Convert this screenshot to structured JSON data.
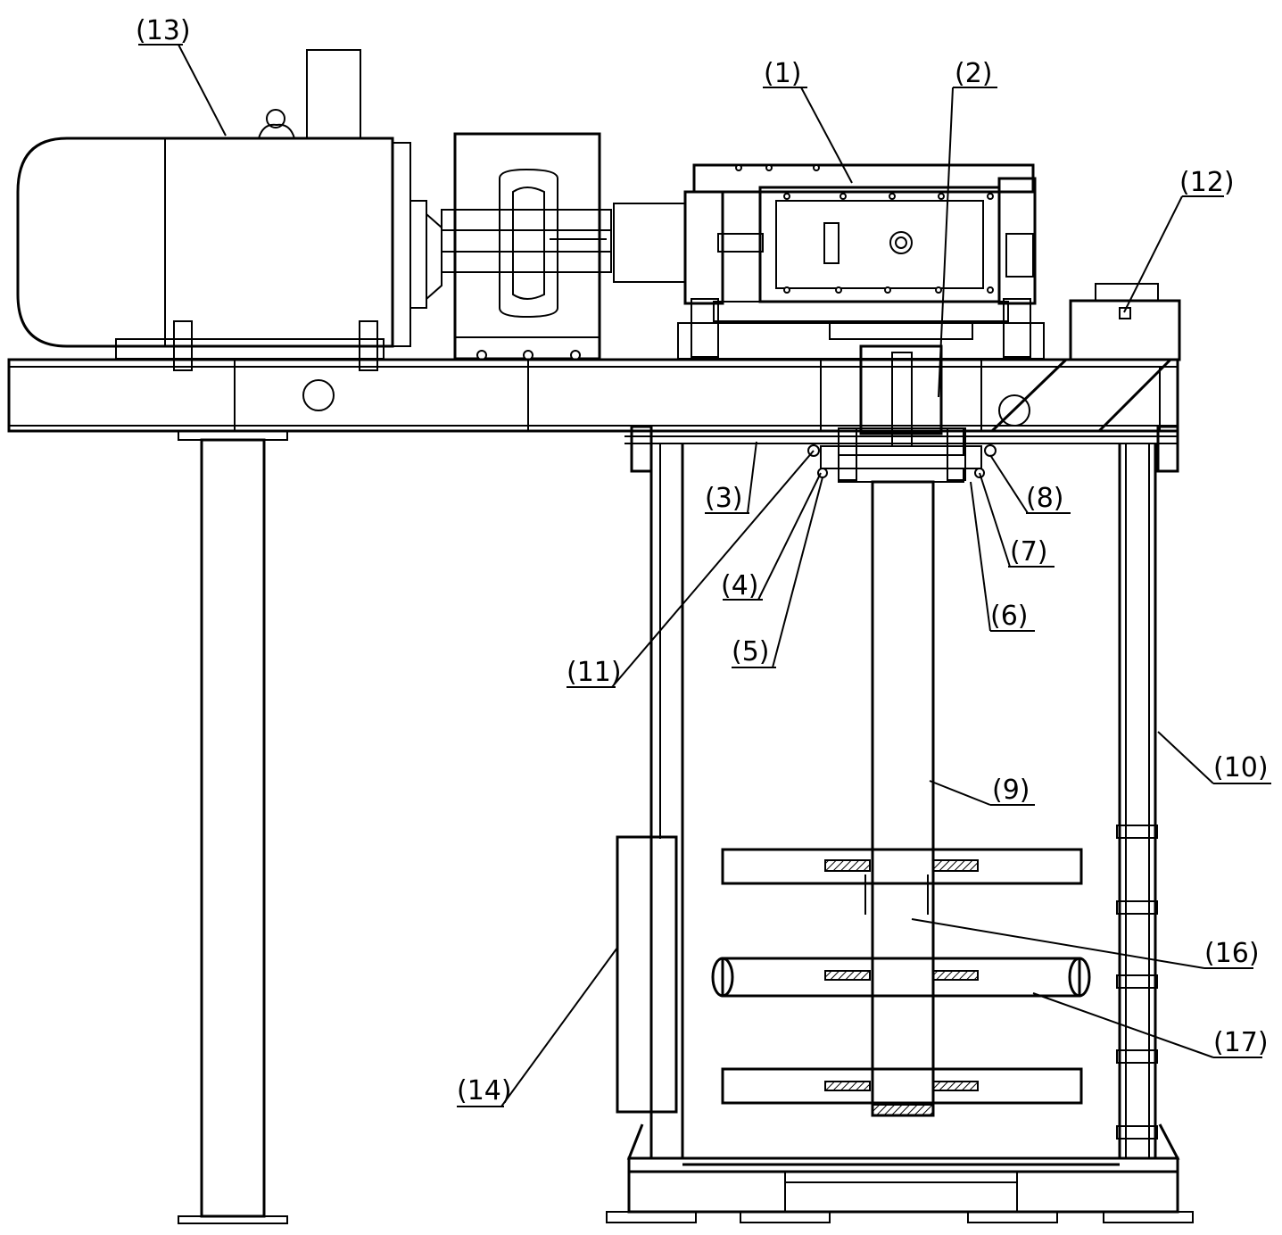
{
  "labels": [
    {
      "id": "1",
      "text": "(1)"
    },
    {
      "id": "2",
      "text": "(2)"
    },
    {
      "id": "3",
      "text": "(3)"
    },
    {
      "id": "4",
      "text": "(4)"
    },
    {
      "id": "5",
      "text": "(5)"
    },
    {
      "id": "6",
      "text": "(6)"
    },
    {
      "id": "7",
      "text": "(7)"
    },
    {
      "id": "8",
      "text": "(8)"
    },
    {
      "id": "9",
      "text": "(9)"
    },
    {
      "id": "10",
      "text": "(10)"
    },
    {
      "id": "11",
      "text": "(11)"
    },
    {
      "id": "12",
      "text": "(12)"
    },
    {
      "id": "13",
      "text": "(13)"
    },
    {
      "id": "14",
      "text": "(14)"
    },
    {
      "id": "16",
      "text": "(16)"
    },
    {
      "id": "17",
      "text": "(17)"
    }
  ]
}
